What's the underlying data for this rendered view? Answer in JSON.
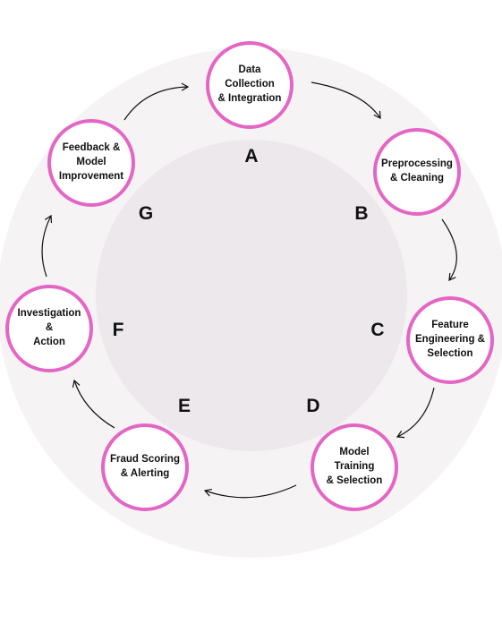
{
  "colors": {
    "node_border": "#e466c4",
    "node_fill": "#ffffff",
    "outer_ring": "#f6f3f5",
    "inner_circle": "#ece8ec",
    "arrow": "#111111",
    "text": "#111111"
  },
  "diagram": {
    "type": "cycle",
    "steps": [
      {
        "label": "Data Collection\n& Integration",
        "letter": "A"
      },
      {
        "label": "Preprocessing\n& Cleaning",
        "letter": "B"
      },
      {
        "label": "Feature\nEngineering &\nSelection",
        "letter": "C"
      },
      {
        "label": "Model Training\n& Selection",
        "letter": "D"
      },
      {
        "label": "Fraud Scoring\n& Alerting",
        "letter": "E"
      },
      {
        "label": "Investigation &\nAction",
        "letter": "F"
      },
      {
        "label": "Feedback &\nModel\nImprovement",
        "letter": "G"
      }
    ]
  }
}
